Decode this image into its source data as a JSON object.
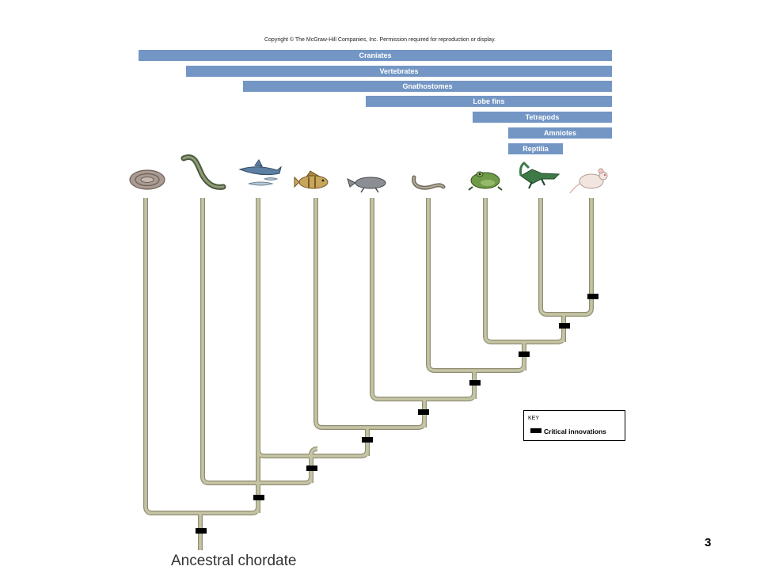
{
  "copyright": "Copyright © The McGraw-Hill Companies, Inc. Permission required for reproduction or display.",
  "groups": [
    {
      "label": "Craniates"
    },
    {
      "label": "Vertebrates"
    },
    {
      "label": "Gnathostomes"
    },
    {
      "label": "Lobe fins"
    },
    {
      "label": "Tetrapods"
    },
    {
      "label": "Amniotes"
    },
    {
      "label": "Reptilia"
    }
  ],
  "taxa": [
    {
      "icon": "hagfish-icon"
    },
    {
      "icon": "lamprey-icon"
    },
    {
      "icon": "shark-icon"
    },
    {
      "icon": "perch-icon"
    },
    {
      "icon": "lungfish-icon"
    },
    {
      "icon": "salamander-icon"
    },
    {
      "icon": "frog-icon"
    },
    {
      "icon": "crocodile-icon"
    },
    {
      "icon": "mouse-icon"
    }
  ],
  "key": {
    "title": "KEY",
    "innovation_label": "Critical innovations"
  },
  "root_label": "Ancestral chordate",
  "page_number": "3",
  "colors": {
    "group_bar": "#7396c4",
    "branch": "#c5c4a4",
    "branch_outline": "#8f8e72",
    "innovation": "#000000"
  }
}
